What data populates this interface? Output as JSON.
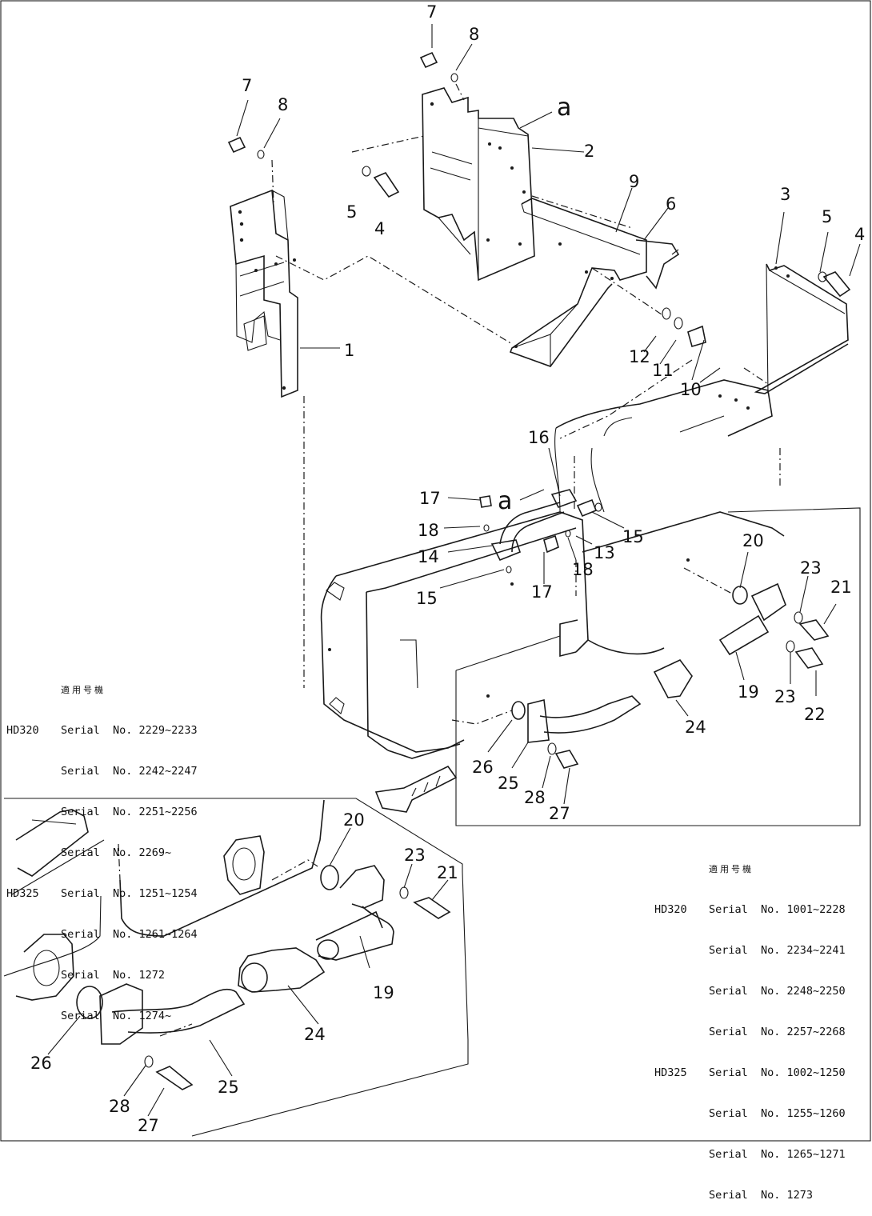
{
  "callouts": {
    "n1": "1",
    "n2": "2",
    "n3": "3",
    "n4": "4",
    "n5": "5",
    "n6": "6",
    "n7": "7",
    "n8": "8",
    "n9": "9",
    "n10": "10",
    "n11": "11",
    "n12": "12",
    "n13": "13",
    "n14": "14",
    "n15": "15",
    "n16": "16",
    "n17": "17",
    "n18": "18",
    "n19": "19",
    "n20": "20",
    "n21": "21",
    "n22": "22",
    "n23": "23",
    "n24": "24",
    "n25": "25",
    "n26": "26",
    "n27": "27",
    "n28": "28",
    "view_a": "a"
  },
  "serials_new": {
    "heading": "適用号機",
    "models": [
      {
        "model": "HD320",
        "lines": [
          "Serial  No. 2229~2233",
          "Serial  No. 2242~2247",
          "Serial  No. 2251~2256",
          "Serial  No. 2269~"
        ]
      },
      {
        "model": "HD325",
        "lines": [
          "Serial  No. 1251~1254",
          "Serial  No. 1261~1264",
          "Serial  No. 1272",
          "Serial  No. 1274~"
        ]
      }
    ]
  },
  "serials_old": {
    "heading": "適用号機",
    "models": [
      {
        "model": "HD320",
        "lines": [
          "Serial  No. 1001~2228",
          "Serial  No. 2234~2241",
          "Serial  No. 2248~2250",
          "Serial  No. 2257~2268"
        ]
      },
      {
        "model": "HD325",
        "lines": [
          "Serial  No. 1002~1250",
          "Serial  No. 1255~1260",
          "Serial  No. 1265~1271",
          "Serial  No. 1273"
        ]
      }
    ]
  }
}
